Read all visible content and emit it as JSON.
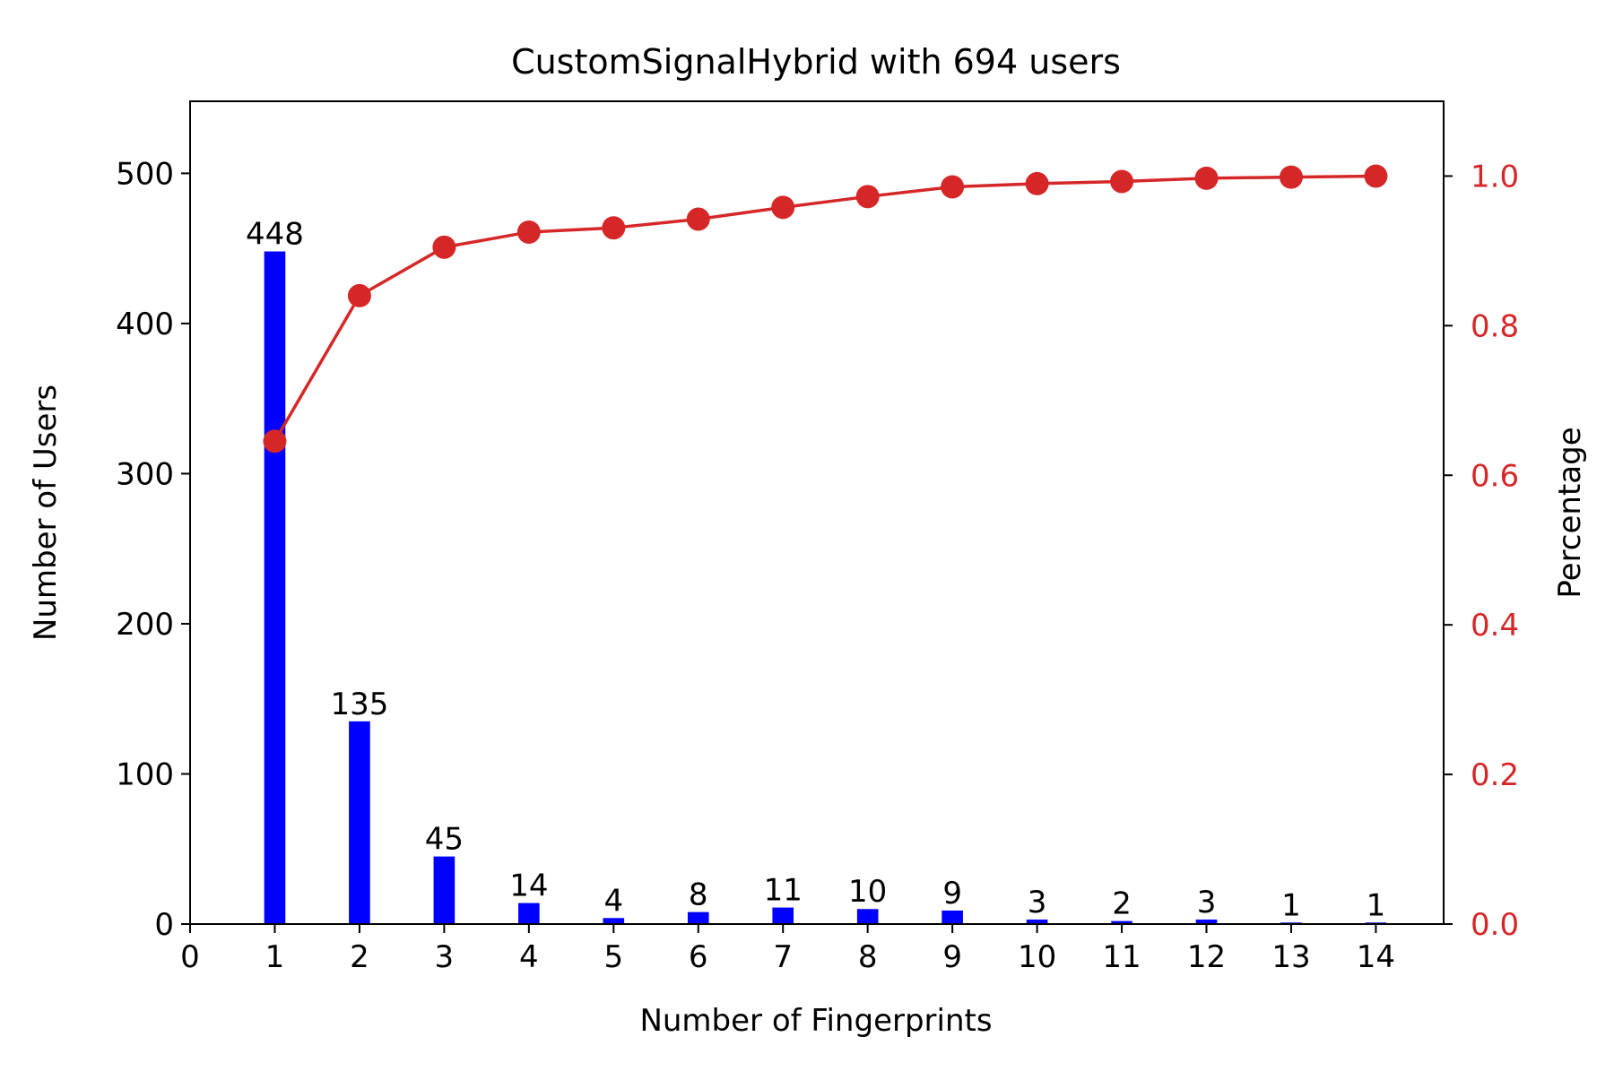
{
  "chart_data": {
    "type": "bar",
    "title": "CustomSignalHybrid with 694 users",
    "xlabel": "Number of Fingerprints",
    "ylabel": "Number of Users",
    "y2label": "Percentage",
    "xlim": [
      0,
      14.8
    ],
    "ylim": [
      0,
      548
    ],
    "y2lim": [
      0,
      1.1
    ],
    "x_ticks": [
      0,
      1,
      2,
      3,
      4,
      5,
      6,
      7,
      8,
      9,
      10,
      11,
      12,
      13,
      14
    ],
    "y_ticks": [
      0,
      100,
      200,
      300,
      400,
      500
    ],
    "y2_ticks": [
      0.0,
      0.2,
      0.4,
      0.6,
      0.8,
      1.0
    ],
    "y2_tick_labels": [
      "0.0",
      "0.2",
      "0.4",
      "0.6",
      "0.8",
      "1.0"
    ],
    "grid": false,
    "bars": {
      "x": [
        1,
        2,
        3,
        4,
        5,
        6,
        7,
        8,
        9,
        10,
        11,
        12,
        13,
        14
      ],
      "values": [
        448,
        135,
        45,
        14,
        4,
        8,
        11,
        10,
        9,
        3,
        2,
        3,
        1,
        1
      ],
      "color": "#0000ff"
    },
    "line": {
      "type": "line",
      "x": [
        1,
        2,
        3,
        4,
        5,
        6,
        7,
        8,
        9,
        10,
        11,
        12,
        13,
        14
      ],
      "values": [
        0.6455,
        0.8401,
        0.9049,
        0.9251,
        0.9308,
        0.9424,
        0.9582,
        0.9726,
        0.9856,
        0.9899,
        0.9928,
        0.9971,
        0.9986,
        1.0
      ],
      "color": "#d62728"
    }
  }
}
